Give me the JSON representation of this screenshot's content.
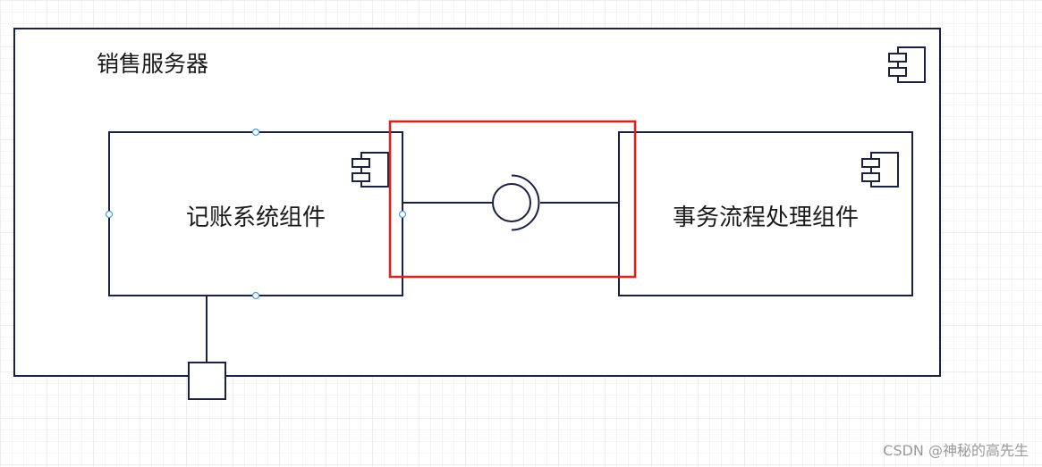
{
  "diagram": {
    "outer_component": {
      "label": "销售服务器"
    },
    "left_component": {
      "label": "记账系统组件"
    },
    "right_component": {
      "label": "事务流程处理组件"
    },
    "highlight_color": "#e0201a",
    "line_color": "#1b2140",
    "grid_color": "#e4e4e4",
    "port_handle_color": "#4a9fd8"
  },
  "watermark": {
    "text": "CSDN @神秘的高先生"
  }
}
